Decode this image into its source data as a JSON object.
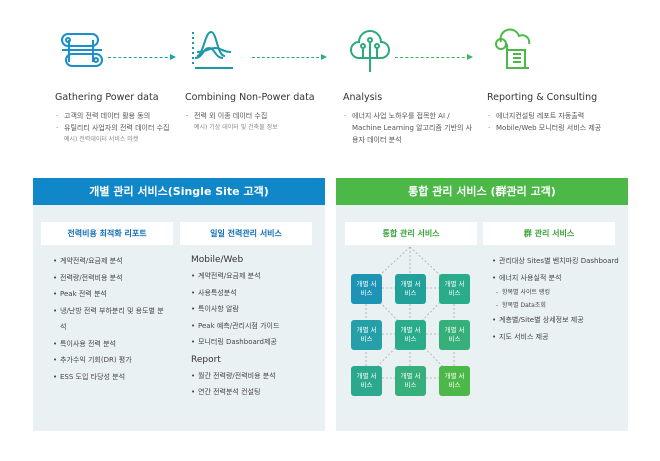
{
  "steps": [
    {
      "title": "Gathering Power data",
      "items": [
        "고객의 전력 데이터 활용 동의",
        "유틸리티 사업자의 전력 데이터 수집"
      ],
      "example": "예시) 전력데이터 서비스 마켓"
    },
    {
      "title": "Combining Non-Power data",
      "items": [
        "전력 외 이종 데이터 수집"
      ],
      "example": "예시) 기상 데이터 및 건축물 정보"
    },
    {
      "title": "Analysis",
      "items": [
        "에너지 사업 노하우를 접목한 AI / Machine Learning 알고리즘 기반의 사용자 데이터 분석"
      ]
    },
    {
      "title": "Reporting & Consulting",
      "items": [
        "에너지컨설팅 레포트 자동출력",
        "Mobile/Web 모니터링 서비스 제공"
      ]
    }
  ],
  "single": {
    "title": "개별 관리 서비스(Single Site 고객)",
    "report_title": "전력비용 최적화 리포트",
    "report_items": [
      "계약전력/요금제 분석",
      "전력량/전력비용 분석",
      "Peak 전력 분석",
      "냉/난방 전력 부하분리 및 용도별 분석",
      "특이사용 전력 분석",
      "추가수익 기회(DR) 평가",
      "ESS 도입 타당성 분석"
    ],
    "daily_title": "일일 전력관리 서비스",
    "mobile_heading": "Mobile/Web",
    "mobile_items": [
      "계약전력/요금제 분석",
      "사용특성분석",
      "특이사항 알람",
      "Peak 예측/관리시점 가이드",
      "모니터링 Dashboard제공"
    ],
    "report_heading": "Report",
    "report2_items": [
      "월간 전력량/전력비용 분석",
      "연간 전력분석 컨설팅"
    ]
  },
  "multi": {
    "title": "통합 관리 서비스 (群관리 고객)",
    "integrated_title": "통합 관리 서비스",
    "box_label": "개별 서비스",
    "group_title": "群 관리 서비스",
    "group_items": [
      "관리대상 Sites별 벤치마킹 Dashboard",
      "에너지 사용실적 분석"
    ],
    "group_sub": [
      "항목별 사이트 랭킹",
      "항목별 Data조회"
    ],
    "group_items2": [
      "계층별/Site별 상세정보 제공",
      "지도 서비스 제공"
    ]
  },
  "colors": {
    "blue": "#0f87c8",
    "green": "#4cb848",
    "teal": "#2aa39a"
  }
}
